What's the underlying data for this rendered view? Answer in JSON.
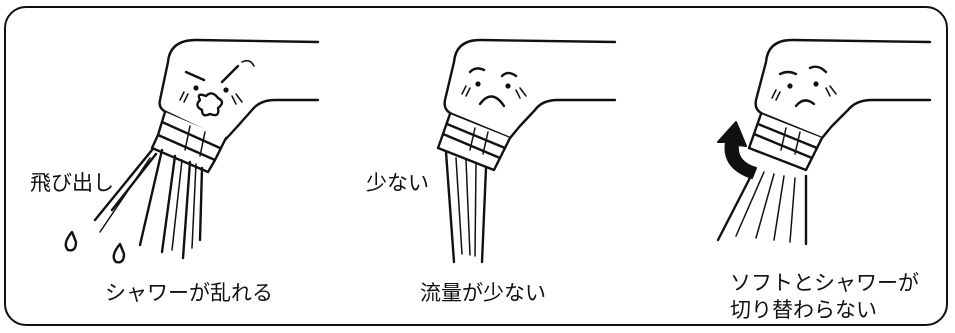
{
  "panels": [
    {
      "side_label": "飛び出し",
      "caption_lines": [
        "シャワーが乱れる"
      ],
      "face": "angry"
    },
    {
      "side_label": "少ない",
      "caption_lines": [
        "流量が少ない"
      ],
      "face": "sad"
    },
    {
      "side_label": "",
      "caption_lines": [
        "ソフトとシャワーが",
        "切り替わらない"
      ],
      "face": "worried"
    }
  ],
  "colors": {
    "ink": "#111111",
    "background": "#ffffff"
  }
}
